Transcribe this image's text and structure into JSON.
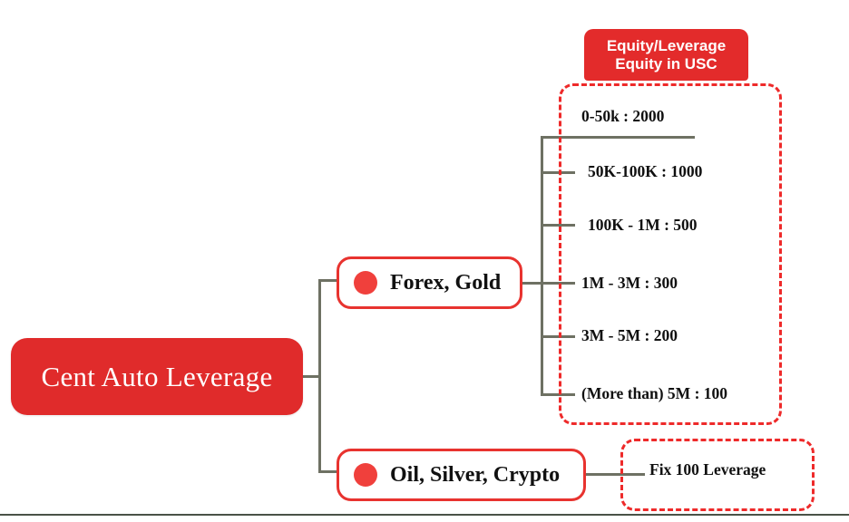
{
  "diagram": {
    "title": "Cent Auto Leverage",
    "type": "mind-map",
    "colors": {
      "root_fill": "#E02B2B",
      "badge_fill": "#E32B2B",
      "node_border": "#E8332F",
      "bullet": "#F0403C",
      "dashed_border": "#EE2A2A",
      "connector": "#6E7163",
      "root_text": "#FFFFFF",
      "node_text": "#101010"
    }
  },
  "root": {
    "label": "Cent Auto Leverage"
  },
  "branches": [
    {
      "id": "forex-gold",
      "label": "Forex, Gold",
      "bullet_icon": "red-dot-icon"
    },
    {
      "id": "oil-silver-crypto",
      "label": "Oil, Silver, Crypto",
      "bullet_icon": "red-dot-icon"
    }
  ],
  "tier_panel": {
    "badge": {
      "line1": "Equity/Leverage",
      "line2": "Equity in USC"
    },
    "items": [
      {
        "label": "0-50k : 2000"
      },
      {
        "label": "50K-100K : 1000"
      },
      {
        "label": "100K - 1M : 500"
      },
      {
        "label": "1M - 3M : 300"
      },
      {
        "label": "3M - 5M : 200"
      },
      {
        "label": "(More than) 5M : 100"
      }
    ]
  },
  "fix_panel": {
    "label": "Fix 100 Leverage"
  }
}
